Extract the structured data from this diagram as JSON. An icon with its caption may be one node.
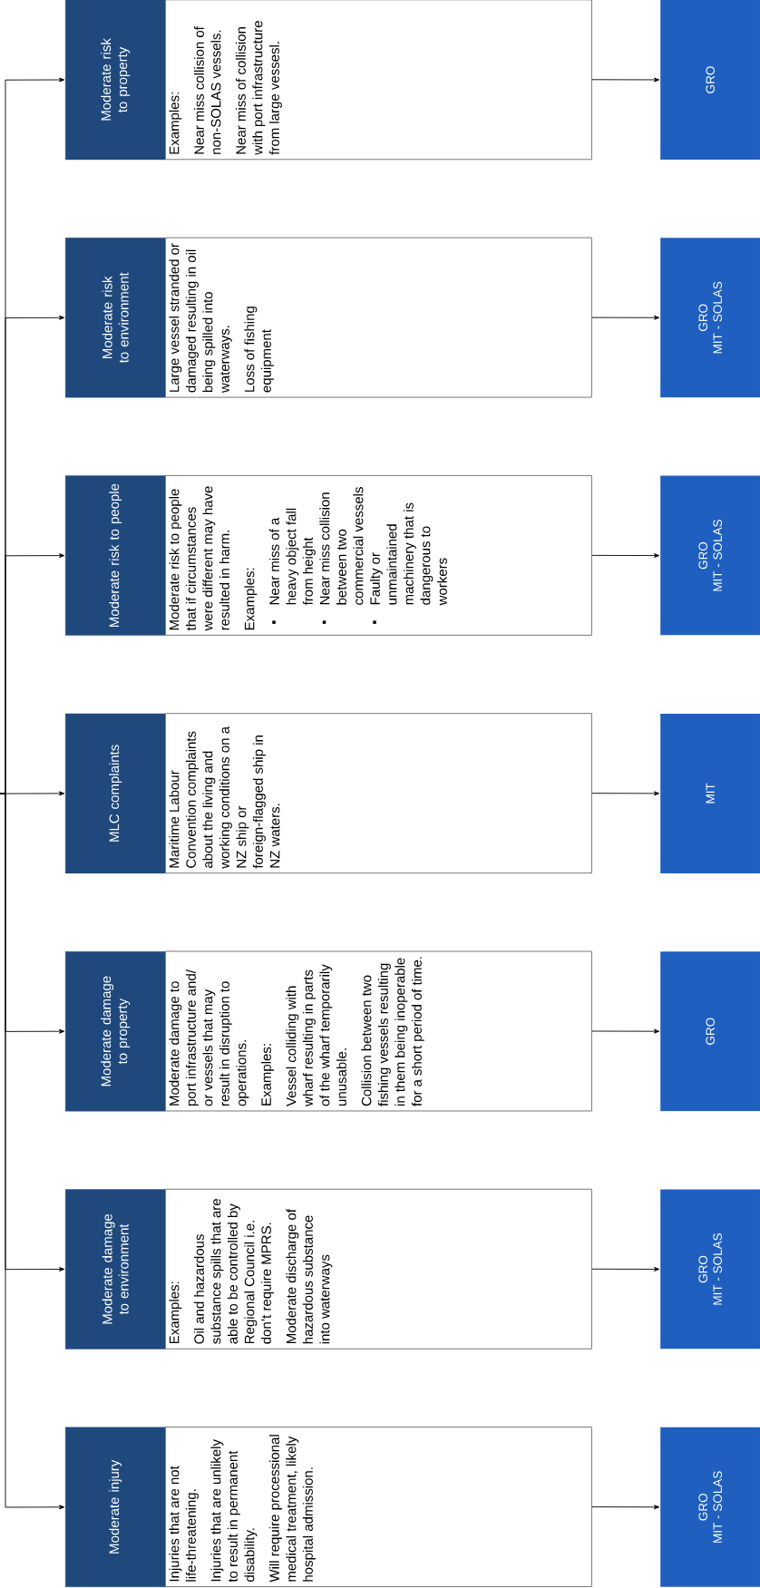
{
  "diagram": {
    "nodes": [
      {
        "text": [
          "Moderate injury"
        ]
      },
      {
        "text": [
          "Injuries that are not life-threatening.",
          "Injuries that are unlikely to result in permanent disability.",
          "Will require processional medical treatment, likely hospital admission."
        ]
      },
      {
        "text": [
          "GRO",
          "MIT - SOLAS"
        ]
      },
      {
        "text": [
          "Moderate damage to environment"
        ]
      },
      {
        "text": [
          "Examples:",
          "Oil and hazardous substance spills that are able to be controlled by Regional Council i.e. don’t require MPRS.",
          "Moderate discharge of hazardous substance into waterways"
        ]
      },
      {
        "text": [
          "GRO",
          "MIT - SOLAS"
        ]
      },
      {
        "text": [
          "Moderate damage to property"
        ]
      },
      {
        "text": [
          "Moderate damage to port infrastructure and/ or vessels that may result in disruption to operations.",
          "Examples:",
          "Vessel colliding with wharf resulting in parts of the wharf temporarily unusable.",
          "Collision between two fishing vessels resulting in them being inoperable for a short period of time."
        ]
      },
      {
        "text": [
          "GRO"
        ]
      },
      {
        "text": [
          "MLC complaints"
        ]
      },
      {
        "text": [
          "Maritime Labour Convention complaints about the living and working conditions on a NZ ship or foreign-flagged ship in NZ waters."
        ]
      },
      {
        "text": [
          "MIT"
        ]
      },
      {
        "text": [
          "Moderate risk to people"
        ]
      },
      {
        "text": [
          "Moderate risk to people that if circumstances were different may have resulted in harm.",
          "Examples:",
          "Near miss of a heavy object fall from height",
          "Near miss collision between two commercial vessels",
          "Faulty or unmaintained machinery that is dangerous to workers"
        ]
      },
      {
        "text": [
          "GRO",
          "MIT - SOLAS"
        ]
      },
      {
        "text": [
          "Moderate risk to environment"
        ]
      },
      {
        "text": [
          "Large vessel stranded or damaged resulting in oil being spilled into waterways.",
          "Loss of fishing equipment"
        ]
      },
      {
        "text": [
          "GRO",
          "MIT - SOLAS"
        ]
      },
      {
        "text": [
          "Moderate risk to property"
        ]
      },
      {
        "text": [
          "Examples:",
          "Near miss collision of non-SOLAS vessels.",
          "Near miss of collision with port infrastructure from large vessesl."
        ]
      },
      {
        "text": [
          "GRO"
        ]
      }
    ],
    "edges": [
      {
        "from": null,
        "to": 0,
        "arrow": "to"
      },
      {
        "from": null,
        "to": 3,
        "arrow": "to"
      },
      {
        "from": null,
        "to": 6,
        "arrow": "to"
      },
      {
        "from": null,
        "to": 9,
        "arrow": "to"
      },
      {
        "from": null,
        "to": 12,
        "arrow": "to"
      },
      {
        "from": null,
        "to": 15,
        "arrow": "to"
      },
      {
        "from": null,
        "to": 18,
        "arrow": "to"
      },
      {
        "from": 1,
        "to": 2,
        "arrow": "to"
      },
      {
        "from": 4,
        "to": 5,
        "arrow": "to"
      },
      {
        "from": 7,
        "to": 8,
        "arrow": "to"
      },
      {
        "from": 10,
        "to": 11,
        "arrow": "to"
      },
      {
        "from": 13,
        "to": 14,
        "arrow": "to"
      },
      {
        "from": 16,
        "to": 17,
        "arrow": "to"
      },
      {
        "from": 19,
        "to": 20,
        "arrow": "to"
      }
    ]
  }
}
